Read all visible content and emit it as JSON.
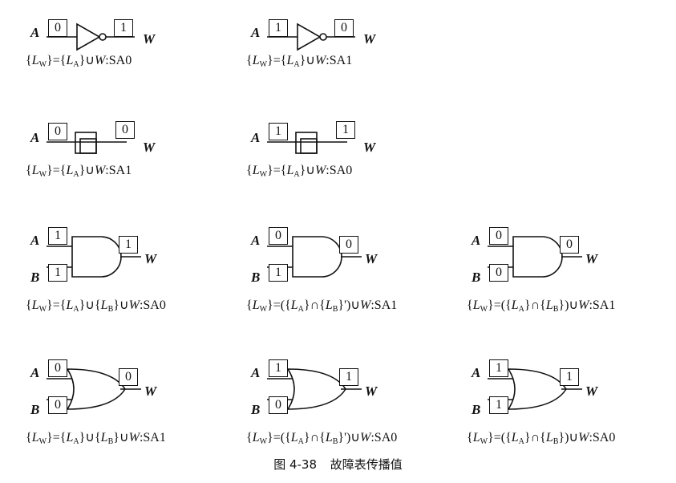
{
  "caption": {
    "figure_no": "图 4-38",
    "title": "故障表传播值"
  },
  "gates": [
    {
      "id": "inv-a0",
      "type": "inverter",
      "A": "0",
      "W": "1",
      "eq": {
        "pre": "{",
        "lw": "L",
        "sw": "W",
        "mid": "}={",
        "l1": "L",
        "s1": "A",
        "post": "}∪",
        "wv": "W",
        "tail": ":SA0"
      }
    },
    {
      "id": "inv-a1",
      "type": "inverter",
      "A": "1",
      "W": "0",
      "eq": {
        "pre": "{",
        "lw": "L",
        "sw": "W",
        "mid": "}={",
        "l1": "L",
        "s1": "A",
        "post": "}∪",
        "wv": "W",
        "tail": ":SA1"
      }
    },
    {
      "id": "buf-a0",
      "type": "buffer",
      "A": "0",
      "W": "0",
      "eq": {
        "pre": "{",
        "lw": "L",
        "sw": "W",
        "mid": "}={",
        "l1": "L",
        "s1": "A",
        "post": "}∪",
        "wv": "W",
        "tail": ":SA1"
      }
    },
    {
      "id": "buf-a1",
      "type": "buffer",
      "A": "1",
      "W": "1",
      "eq": {
        "pre": "{",
        "lw": "L",
        "sw": "W",
        "mid": "}={",
        "l1": "L",
        "s1": "A",
        "post": "}∪",
        "wv": "W",
        "tail": ":SA0"
      }
    },
    {
      "id": "and-11",
      "type": "and",
      "A": "1",
      "B": "1",
      "W": "1",
      "eq": "{Lw}={LA}∪{LB}∪W:SA0"
    },
    {
      "id": "and-01",
      "type": "and",
      "A": "0",
      "B": "1",
      "W": "0",
      "eq": "{Lw}=({LA}∩{LB}')∪W:SA1"
    },
    {
      "id": "and-00",
      "type": "and",
      "A": "0",
      "B": "0",
      "W": "0",
      "eq": "{Lw}=({LA}∩{LB})∪W:SA1"
    },
    {
      "id": "or-00",
      "type": "or",
      "A": "0",
      "B": "0",
      "W": "0",
      "eq": "{Lw}={LA}∪{LB}∪W:SA1"
    },
    {
      "id": "or-10",
      "type": "or",
      "A": "1",
      "B": "0",
      "W": "1",
      "eq": "{Lw}=({LA}∩{LB}')∪W:SA0"
    },
    {
      "id": "or-11",
      "type": "or",
      "A": "1",
      "B": "1",
      "W": "1",
      "eq": "{Lw}=({LA}∩{LB})∪W:SA0"
    }
  ],
  "labels": {
    "A": "A",
    "B": "B",
    "W": "W"
  }
}
